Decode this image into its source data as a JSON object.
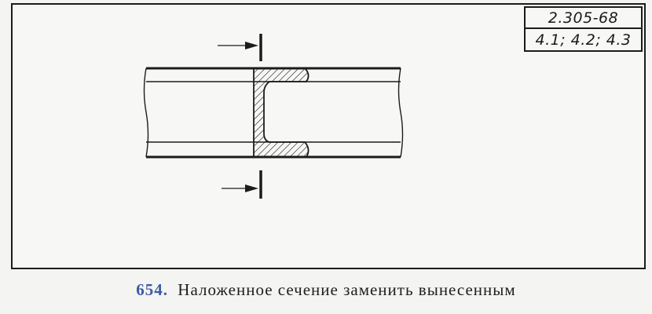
{
  "stamp": {
    "standard": "2.305-68",
    "clauses": "4.1; 4.2; 4.3"
  },
  "caption": {
    "number": "654.",
    "text": "Наложенное сечение заменить вынесенным"
  },
  "colors": {
    "ink": "#1c1c1c",
    "caption_number": "#3d5aa6"
  }
}
